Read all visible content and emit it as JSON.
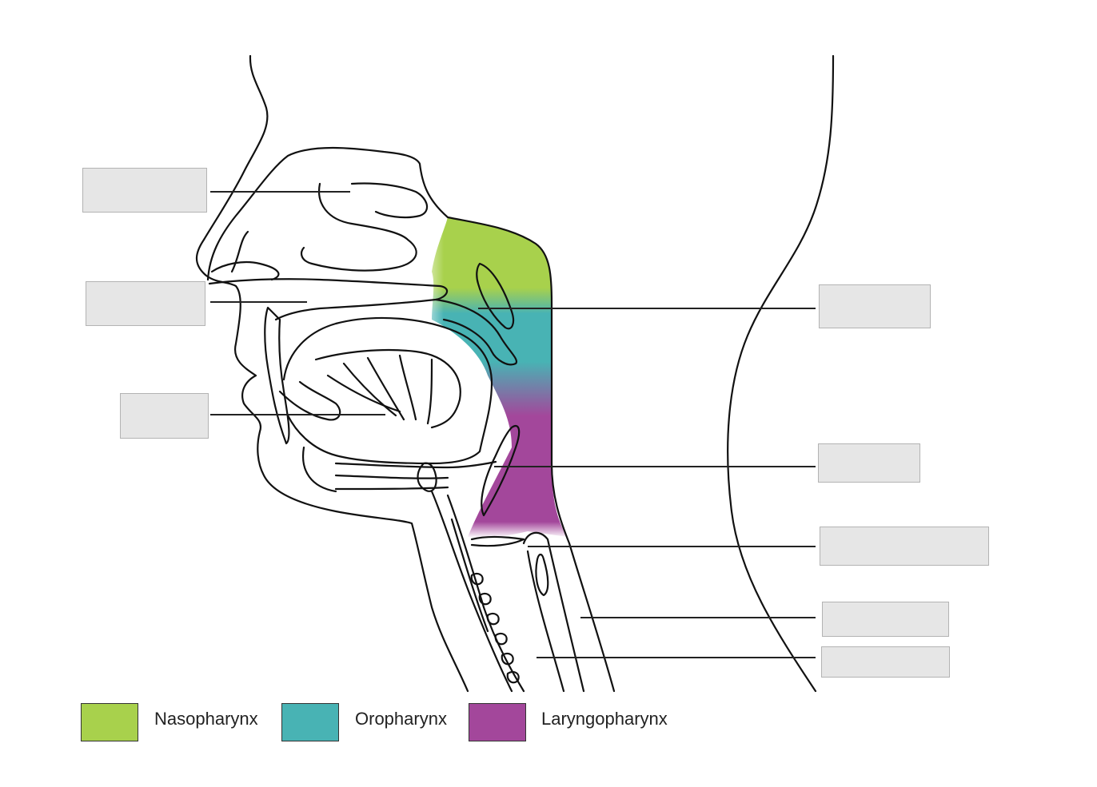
{
  "diagram": {
    "label_boxes": [
      "",
      "",
      "",
      "",
      "",
      "",
      "",
      "",
      ""
    ]
  },
  "legend": {
    "items": [
      {
        "label": "Nasopharynx",
        "color": "#a8d14c"
      },
      {
        "label": "Oropharynx",
        "color": "#48b3b4"
      },
      {
        "label": "Laryngopharynx",
        "color": "#a3479b"
      }
    ]
  },
  "colors": {
    "outline": "#111111",
    "box_fill": "#e6e6e6",
    "box_border": "#b3b3b3"
  }
}
